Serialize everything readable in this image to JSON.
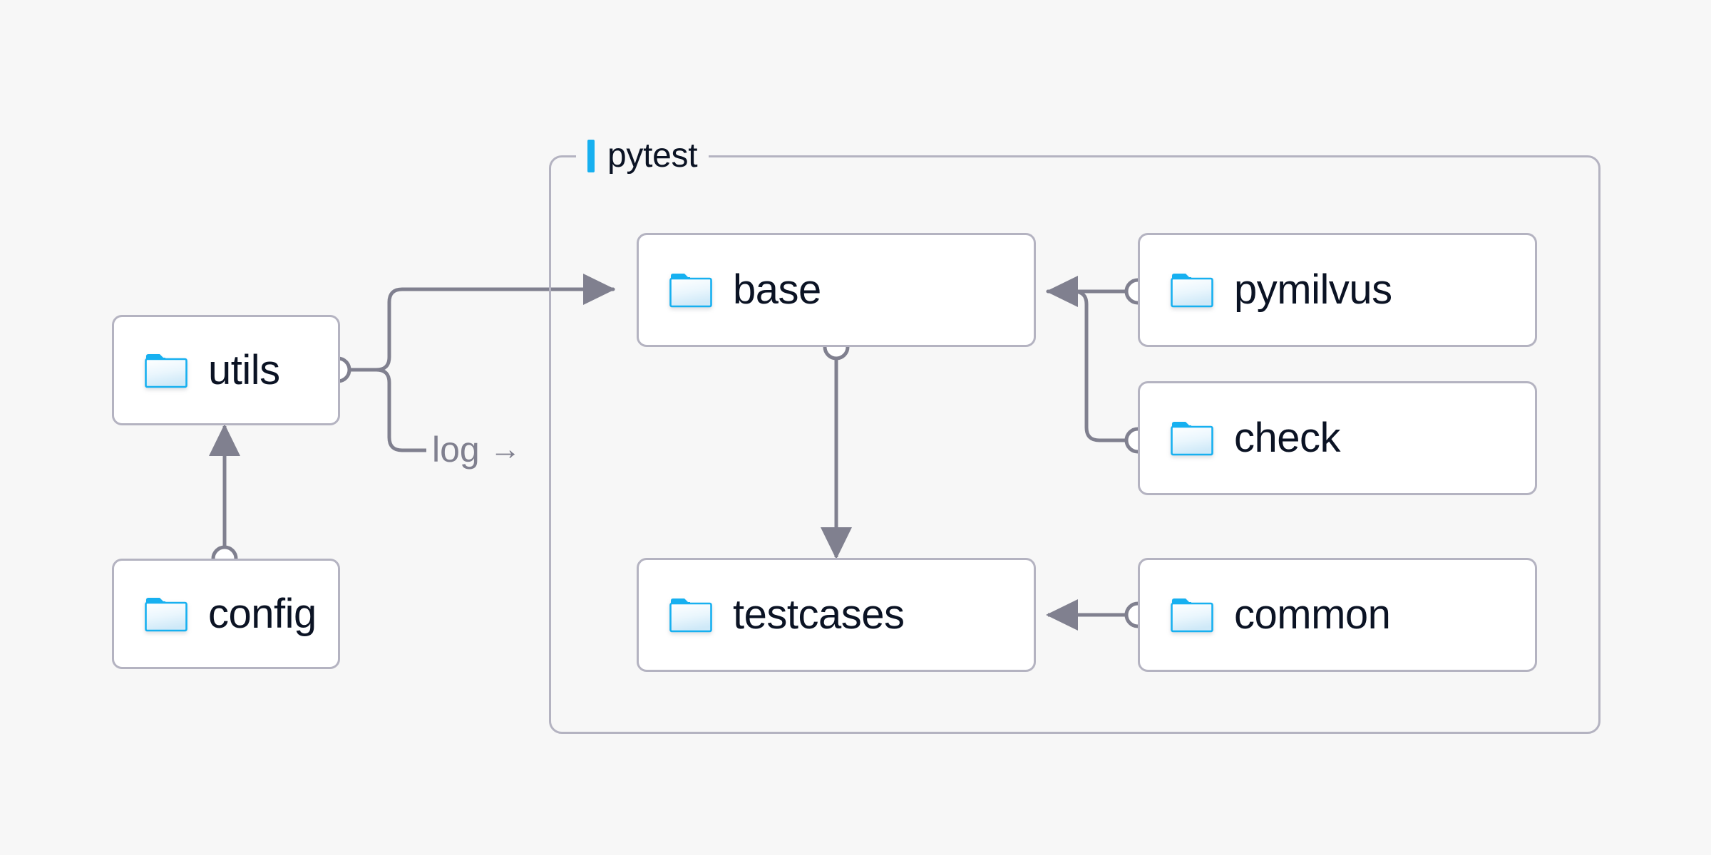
{
  "canvas": {
    "background": "#f7f7f7",
    "accent_color": "#17b0f0",
    "line_color": "#80808f",
    "border_color": "#b4b3c1",
    "text_color": "#0b1324"
  },
  "group": {
    "name": "pytest",
    "title": "pytest"
  },
  "nodes": [
    {
      "id": "utils",
      "label": "utils",
      "icon": "folder-icon"
    },
    {
      "id": "config",
      "label": "config",
      "icon": "folder-icon"
    },
    {
      "id": "base",
      "label": "base",
      "icon": "folder-icon"
    },
    {
      "id": "testcases",
      "label": "testcases",
      "icon": "folder-icon"
    },
    {
      "id": "pymilvus",
      "label": "pymilvus",
      "icon": "folder-icon"
    },
    {
      "id": "check",
      "label": "check",
      "icon": "folder-icon"
    },
    {
      "id": "common",
      "label": "common",
      "icon": "folder-icon"
    }
  ],
  "edges": [
    {
      "id": "utils-base",
      "from": "utils",
      "to": "base",
      "label": ""
    },
    {
      "id": "utils-log",
      "from": "utils",
      "to": "pytest",
      "label": "log",
      "arrow_glyph": "→"
    },
    {
      "id": "config-utils",
      "from": "config",
      "to": "utils",
      "label": ""
    },
    {
      "id": "base-testcases",
      "from": "base",
      "to": "testcases",
      "label": ""
    },
    {
      "id": "pymilvus-base",
      "from": "pymilvus",
      "to": "base",
      "label": ""
    },
    {
      "id": "check-base",
      "from": "check",
      "to": "base",
      "label": ""
    },
    {
      "id": "common-testcases",
      "from": "common",
      "to": "testcases",
      "label": ""
    }
  ]
}
